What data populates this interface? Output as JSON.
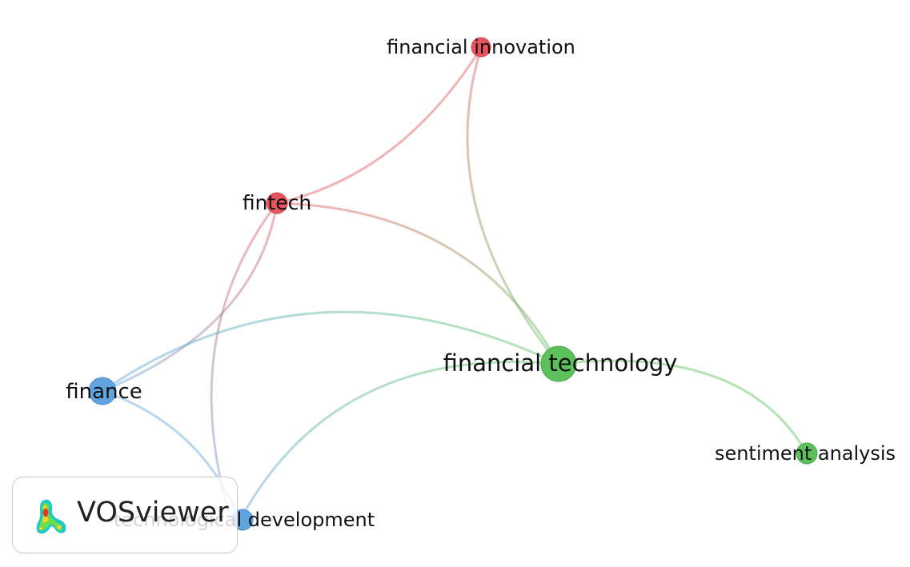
{
  "nodes": [
    {
      "id": "financial-innovation",
      "label": "financial innovation",
      "color": "#e8545b"
    },
    {
      "id": "fintech",
      "label": "fintech",
      "color": "#e8545b"
    },
    {
      "id": "financial-technology",
      "label": "financial technology",
      "color": "#5cc15c"
    },
    {
      "id": "finance",
      "label": "finance",
      "color": "#5fa3df"
    },
    {
      "id": "sentiment-analysis",
      "label": "sentiment analysis",
      "color": "#5cc15c"
    },
    {
      "id": "technological-development",
      "label": "technological development",
      "color": "#5fa3df"
    }
  ],
  "edges": [
    {
      "from": "fintech",
      "to": "financial-innovation"
    },
    {
      "from": "financial-innovation",
      "to": "financial-technology"
    },
    {
      "from": "fintech",
      "to": "financial-technology"
    },
    {
      "from": "fintech",
      "to": "finance"
    },
    {
      "from": "fintech",
      "to": "technological-development"
    },
    {
      "from": "finance",
      "to": "financial-technology"
    },
    {
      "from": "finance",
      "to": "technological-development"
    },
    {
      "from": "technological-development",
      "to": "financial-technology"
    },
    {
      "from": "financial-technology",
      "to": "sentiment-analysis"
    }
  ],
  "branding": {
    "name": "VOSviewer",
    "logo_icon": "vosviewer-density-logo-icon"
  }
}
